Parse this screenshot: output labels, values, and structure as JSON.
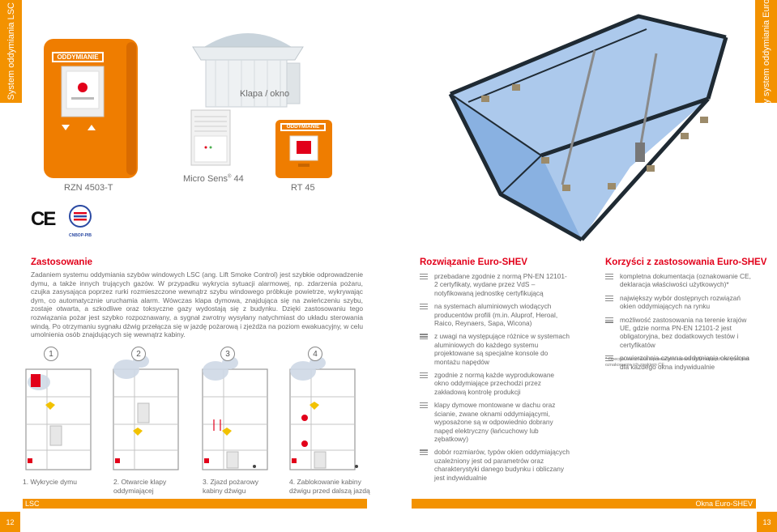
{
  "left_tab": "System oddymiania LSC",
  "right_tab": "Okienny system oddymiania Euro-SHEV",
  "products": {
    "rzn_label": "ODDYMIANIE",
    "rzn_caption": "RZN 4503-T",
    "klapa_caption": "Klapa / okno",
    "microsens_caption": "Micro Sens",
    "microsens_sup": "®",
    "microsens_num": " 44",
    "rt45_label": "ODDYMIANIE",
    "rt45_caption": "RT 45"
  },
  "certs": {
    "ce": "CE",
    "cnbop": "CNBOP-PIB"
  },
  "zastosowanie": {
    "title": "Zastosowanie",
    "text": "Zadaniem systemu oddymiania szybów windowych LSC (ang. Lift Smoke Control) jest szybkie odprowadzenie dymu, a także innych trujących gazów. W przypadku wykrycia sytuacji alarmowej, np. zdarzenia pożaru, czujka zasysająca poprzez rurki rozmieszczone wewnątrz szybu windowego próbkuje powietrze, wykrywając dym, co automatycznie uruchamia alarm. Wówczas klapa dymowa, znajdująca się na zwieńczeniu szybu, zostaje otwarta, a szkodliwe oraz toksyczne gazy wydostają się z budynku. Dzięki zastosowaniu tego rozwiązania pożar jest szybko rozpoznawany, a sygnał zwrotny wysyłany natychmiast do układu sterowania windą. Po otrzymaniu sygnału dźwig przełącza się w jazdę pożarową i zjeżdża na poziom ewakuacyjny, w celu umolnienia osób znajdujących się wewnątrz kabiny."
  },
  "steps": [
    {
      "num": "1",
      "caption": "1. Wykrycie dymu"
    },
    {
      "num": "2",
      "caption": "2. Otwarcie klapy oddymiającej"
    },
    {
      "num": "3",
      "caption": "3. Zjazd pożarowy kabiny dźwigu"
    },
    {
      "num": "4",
      "caption": "4. Zablokowanie kabiny dźwigu przed dalszą jazdą"
    }
  ],
  "rozwiazanie": {
    "title": "Rozwiązanie Euro-SHEV",
    "items": [
      "przebadane zgodnie z normą PN-EN 12101-2 certyfikaty, wydane przez VdS – notyfikowaną jednostkę certyfikującą",
      "na systemach aluminiowych wiodących producentów profili (m.in. Aluprof, Heroal, Raico, Reynaers, Sapa, Wicona)",
      "z uwagi na występujące różnice w systemach aluminiowych do każdego systemu projektowane są specjalne konsole do montażu napędów",
      "zgodnie z normą każde wyprodukowane okno oddymiające przechodzi przez zakładową kontrolę produkcji",
      "klapy dymowe montowane w dachu oraz ścianie, zwane oknami oddymiającymi, wyposażone są w odpowiednio dobrany napęd elektryczny (łańcuchowy lub zębatkowy)",
      "dobór rozmiarów, typów okien oddymiających uzależniony jest od parametrów oraz charakterystyki danego budynku i obliczany jest indywidualnie"
    ]
  },
  "korzysci": {
    "title": "Korzyści z zastosowania Euro-SHEV",
    "items": [
      "kompletna dokumentacja (oznakowanie CE, deklaracja właściwości użytkowych)*",
      "największy wybór dostępnych rozwiązań okien oddymiających na rynku",
      "możliwość zastosowania na terenie krajów UE, gdzie norma PN-EN 12101-2 jest obligatoryjna, bez dodatkowych testów i certyfikatów",
      "powierzchnia czynna oddymiania określona dla każdego okna indywidualnie"
    ],
    "footnote": "* Obecnie warunkiem wprowadzenia okien oddymiających na rynek jest oznakowanie ich znakiem CE."
  },
  "footer_left": "LSC",
  "footer_right": "Okna Euro-SHEV",
  "page_left": "12",
  "page_right": "13",
  "colors": {
    "accent": "#f39200",
    "heading_red": "#e2001a",
    "device_orange": "#ef7d00",
    "glass_blue": "#8fb6e8",
    "frame_dark": "#1f2a33"
  }
}
